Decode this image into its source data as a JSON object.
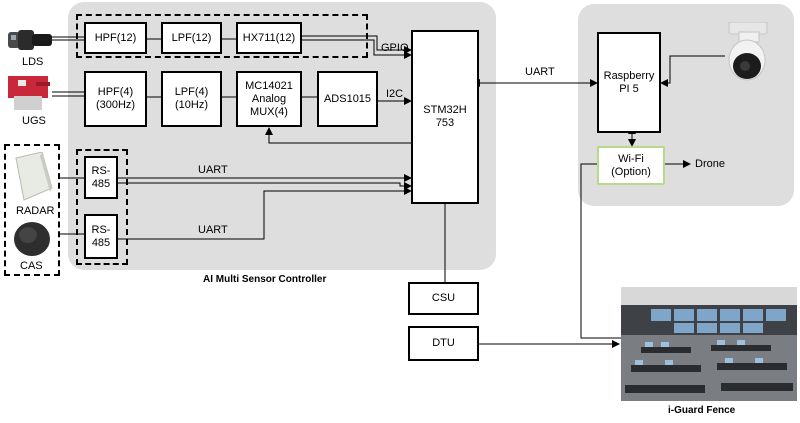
{
  "controller": {
    "title": "AI Multi Sensor Controller",
    "lds_chain": [
      "HPF(12)",
      "LPF(12)",
      "HX711(12)"
    ],
    "ugs_chain": [
      "HPF(4)\n(300Hz)",
      "LPF(4)\n(10Hz)",
      "MC14021\nAnalog\nMUX(4)",
      "ADS1015"
    ],
    "rs485_a": "RS-\n485",
    "rs485_b": "RS-\n485",
    "mcu": "STM32H\n753"
  },
  "sensors": {
    "lds": "LDS",
    "ugs": "UGS",
    "radar": "RADAR",
    "cas": "CAS"
  },
  "links": {
    "gpio": "GPIO",
    "i2c": "I2C",
    "uart_radar": "UART",
    "uart_cas": "UART",
    "uart_pi": "UART"
  },
  "pi": {
    "name": "Raspberry\nPI 5",
    "wifi": "Wi-Fi\n(Option)",
    "drone": "Drone"
  },
  "ground": {
    "csu": "CSU",
    "dtu": "DTU",
    "control_room": "i-Guard Fence"
  },
  "colors": {
    "panel": "#dedede",
    "wifi_border": "#b9d88a"
  }
}
